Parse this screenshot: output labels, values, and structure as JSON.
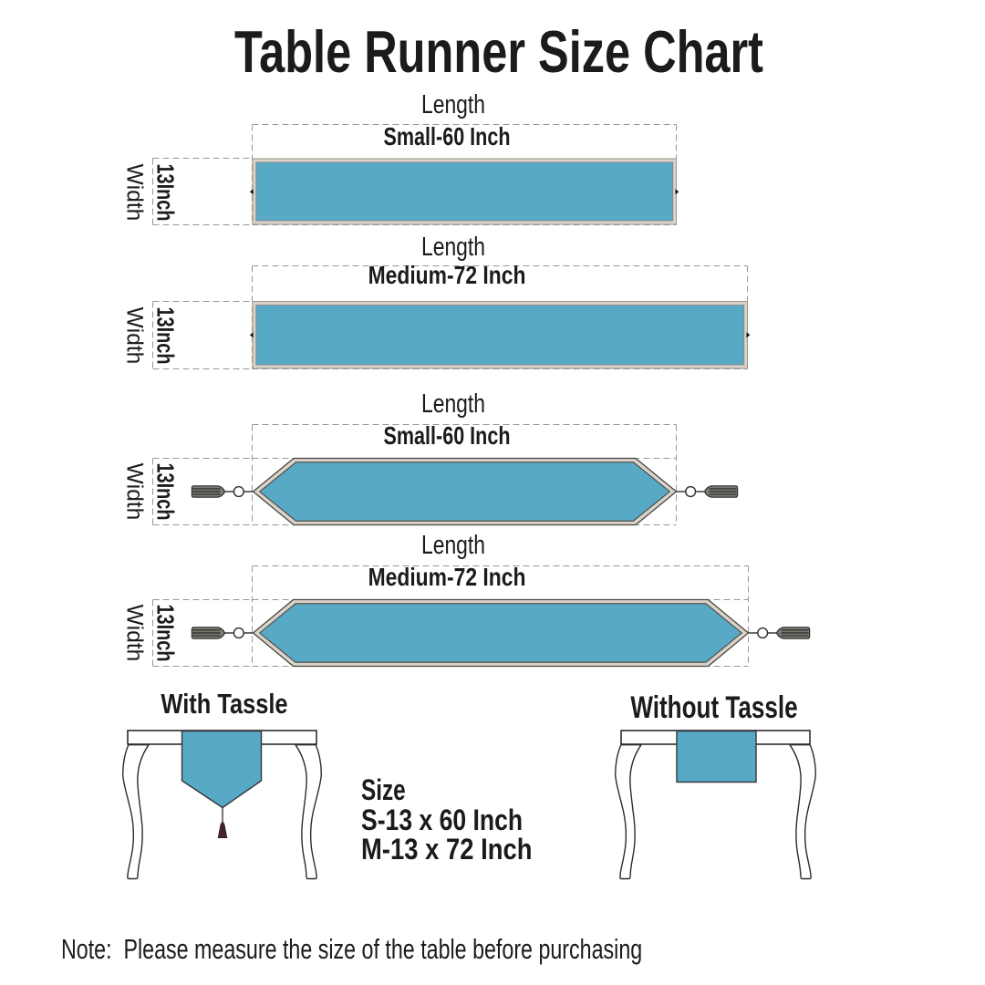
{
  "title": "Table Runner Size Chart",
  "colors": {
    "runner_blue": "#58a9c6",
    "border_beige": "#d9d3c9",
    "dash_gray": "#979797",
    "text": "#1b1b1b",
    "tassel_gray": "#7c7c76",
    "tassel_maroon": "#44232a"
  },
  "rows": [
    {
      "shape": "rectangle",
      "length_label": "Length",
      "size_label": "Small-60 Inch",
      "width_label": "Width",
      "width_value": "13Inch",
      "has_tassels": false
    },
    {
      "shape": "rectangle",
      "length_label": "Length",
      "size_label": "Medium-72 Inch",
      "width_label": "Width",
      "width_value": "13Inch",
      "has_tassels": false
    },
    {
      "shape": "pointed",
      "length_label": "Length",
      "size_label": "Small-60 Inch",
      "width_label": "Width",
      "width_value": "13Inch",
      "has_tassels": true
    },
    {
      "shape": "pointed",
      "length_label": "Length",
      "size_label": "Medium-72 Inch",
      "width_label": "Width",
      "width_value": "13Inch",
      "has_tassels": true
    }
  ],
  "examples": {
    "with_tassle_label": "With Tassle",
    "without_tassle_label": "Without Tassle",
    "size_heading": "Size",
    "size_small": "S-13 x 60 Inch",
    "size_medium": "M-13 x 72 Inch"
  },
  "note_label": "Note:",
  "note_text": "Please measure the size of the table before purchasing"
}
